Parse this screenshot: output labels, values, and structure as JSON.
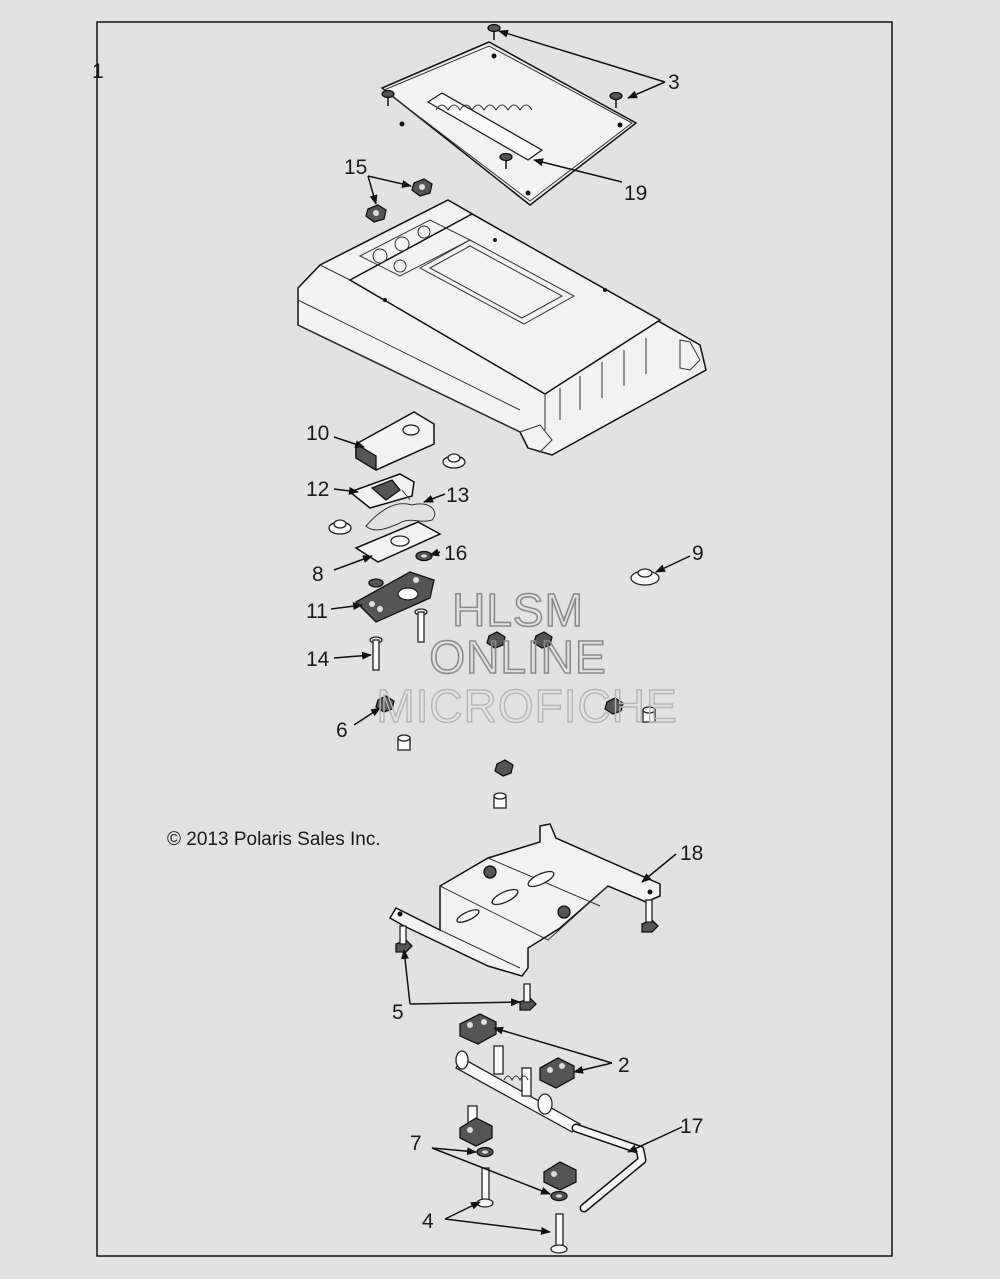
{
  "copyright": "© 2013 Polaris Sales Inc.",
  "watermark": [
    "HLSM",
    "ONLINE",
    "MICROFICHE"
  ],
  "callouts": {
    "c1": "1",
    "c2": "2",
    "c3": "3",
    "c4": "4",
    "c5": "5",
    "c6": "6",
    "c7": "7",
    "c8": "8",
    "c9": "9",
    "c10": "10",
    "c11": "11",
    "c12": "12",
    "c13": "13",
    "c14": "14",
    "c15": "15",
    "c16": "16",
    "c17": "17",
    "c18": "18",
    "c19": "19"
  }
}
